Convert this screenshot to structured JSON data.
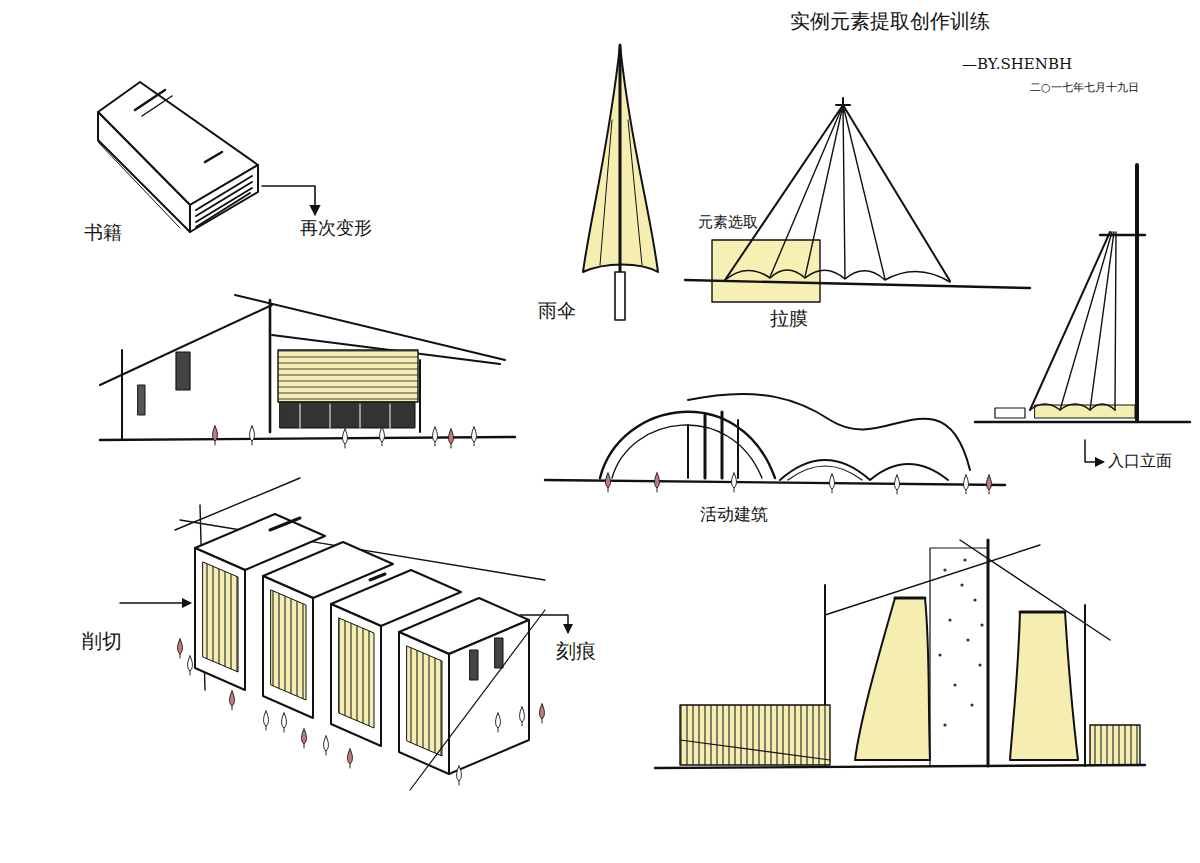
{
  "diagram": {
    "title": "实例元素提取创作训练",
    "labels": [
      "—BY.SHENBH",
      "二○一七年七月十九日",
      "书籍",
      "再次变形",
      "雨伞",
      "元素选取",
      "拉膜",
      "入口立面",
      "活动建筑",
      "削切",
      "刻痕"
    ]
  }
}
